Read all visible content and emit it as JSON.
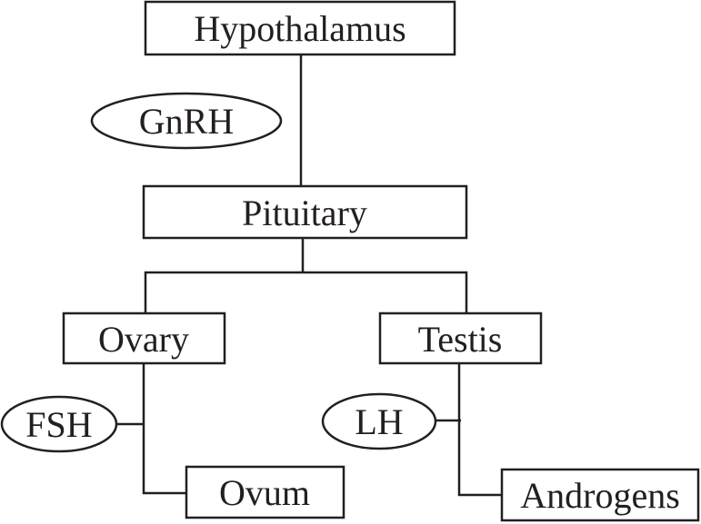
{
  "nodes": {
    "hypothalamus": "Hypothalamus",
    "pituitary": "Pituitary",
    "ovary": "Ovary",
    "testis": "Testis",
    "ovum": "Ovum",
    "androgens": "Androgens"
  },
  "hormones": {
    "gnrh": "GnRH",
    "fsh": "FSH",
    "lh": "LH"
  },
  "colors": {
    "stroke": "#231f20",
    "background": "#ffffff"
  }
}
